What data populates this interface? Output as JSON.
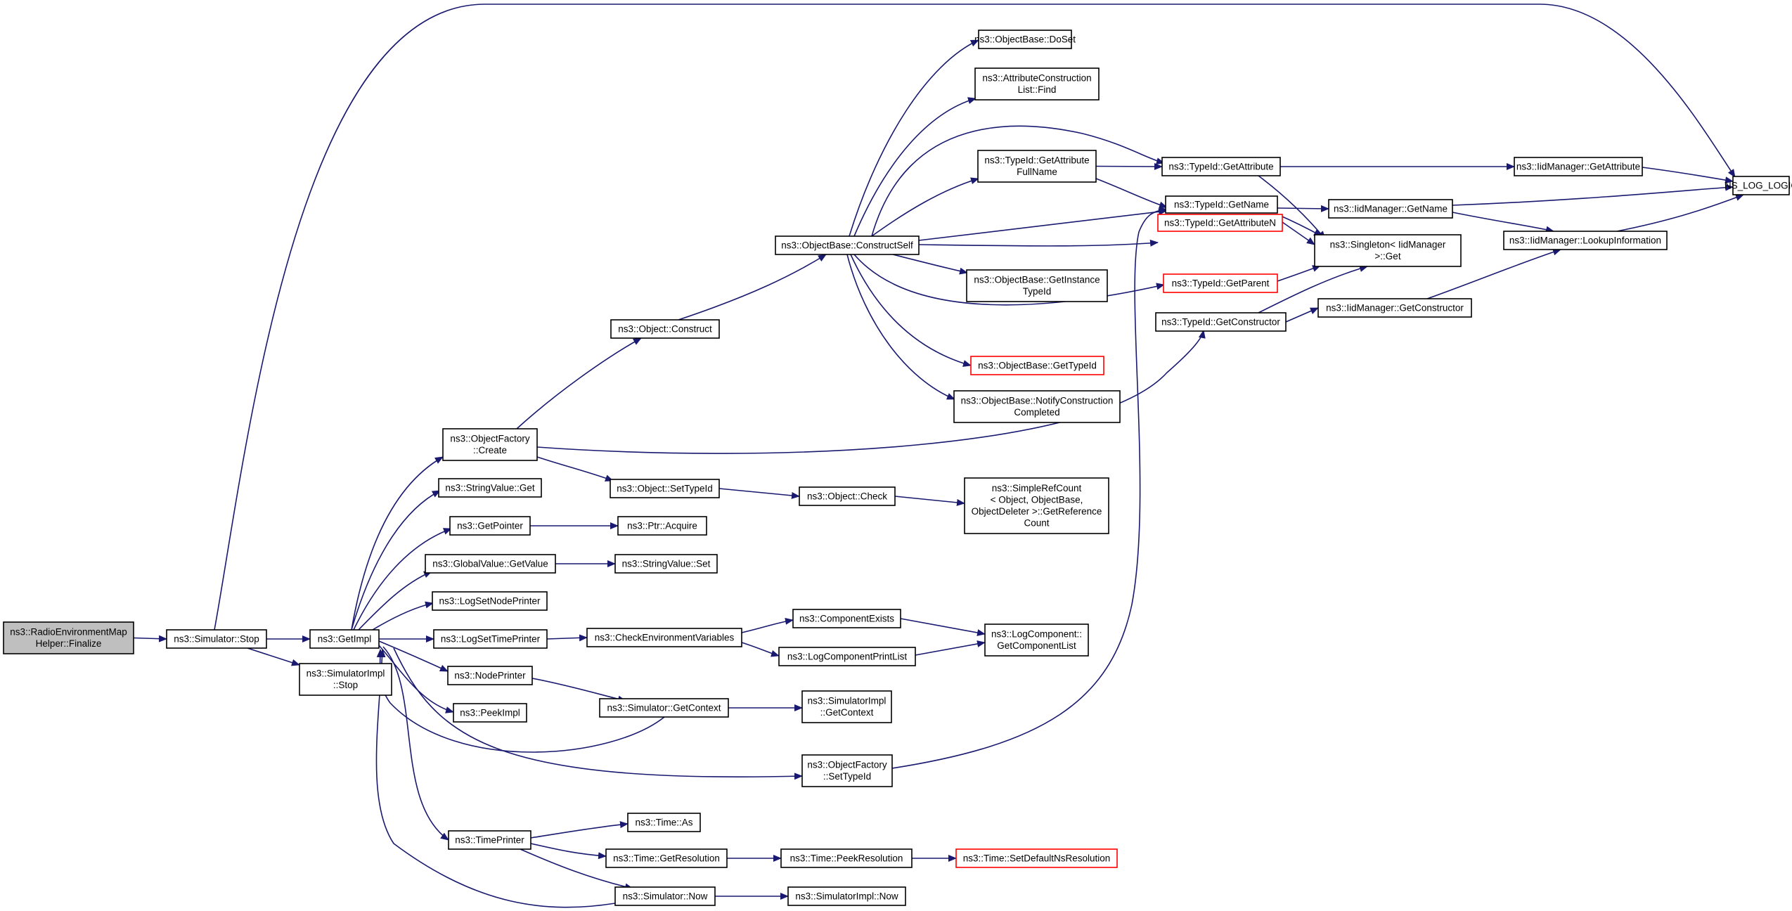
{
  "graph": {
    "edge_color": "#191970",
    "root_fill": "#bfbfbf",
    "truncated_border_color": "#ff0000",
    "nodes": [
      {
        "id": "rem",
        "lines": [
          "ns3::RadioEnvironmentMap",
          "Helper::Finalize"
        ],
        "style": "root"
      },
      {
        "id": "simstop",
        "lines": [
          "ns3::Simulator::Stop"
        ],
        "style": "normal"
      },
      {
        "id": "getimpl",
        "lines": [
          "ns3::GetImpl"
        ],
        "style": "normal"
      },
      {
        "id": "simimplstop",
        "lines": [
          "ns3::SimulatorImpl",
          "::Stop"
        ],
        "style": "normal"
      },
      {
        "id": "nslog",
        "lines": [
          "NS_LOG_LOGIC"
        ],
        "style": "normal"
      },
      {
        "id": "ofcreate",
        "lines": [
          "ns3::ObjectFactory",
          "::Create"
        ],
        "style": "normal"
      },
      {
        "id": "svget",
        "lines": [
          "ns3::StringValue::Get"
        ],
        "style": "normal"
      },
      {
        "id": "getpointer",
        "lines": [
          "ns3::GetPointer"
        ],
        "style": "normal"
      },
      {
        "id": "gvgetvalue",
        "lines": [
          "ns3::GlobalValue::GetValue"
        ],
        "style": "normal"
      },
      {
        "id": "logsetnode",
        "lines": [
          "ns3::LogSetNodePrinter"
        ],
        "style": "normal"
      },
      {
        "id": "logsettime",
        "lines": [
          "ns3::LogSetTimePrinter"
        ],
        "style": "normal"
      },
      {
        "id": "nodeprinter",
        "lines": [
          "ns3::NodePrinter"
        ],
        "style": "normal"
      },
      {
        "id": "peekimpl",
        "lines": [
          "ns3::PeekImpl"
        ],
        "style": "normal"
      },
      {
        "id": "timeprinter",
        "lines": [
          "ns3::TimePrinter"
        ],
        "style": "normal"
      },
      {
        "id": "objconstruct",
        "lines": [
          "ns3::Object::Construct"
        ],
        "style": "normal"
      },
      {
        "id": "objsettypeid",
        "lines": [
          "ns3::Object::SetTypeId"
        ],
        "style": "normal"
      },
      {
        "id": "ptracquire",
        "lines": [
          "ns3::Ptr::Acquire"
        ],
        "style": "normal"
      },
      {
        "id": "svset",
        "lines": [
          "ns3::StringValue::Set"
        ],
        "style": "normal"
      },
      {
        "id": "checkenv",
        "lines": [
          "ns3::CheckEnvironmentVariables"
        ],
        "style": "normal"
      },
      {
        "id": "simgetctx",
        "lines": [
          "ns3::Simulator::GetContext"
        ],
        "style": "normal"
      },
      {
        "id": "timeas",
        "lines": [
          "ns3::Time::As"
        ],
        "style": "normal"
      },
      {
        "id": "timegetres",
        "lines": [
          "ns3::Time::GetResolution"
        ],
        "style": "normal"
      },
      {
        "id": "simnow",
        "lines": [
          "ns3::Simulator::Now"
        ],
        "style": "normal"
      },
      {
        "id": "obconstructself",
        "lines": [
          "ns3::ObjectBase::ConstructSelf"
        ],
        "style": "normal"
      },
      {
        "id": "objcheck",
        "lines": [
          "ns3::Object::Check"
        ],
        "style": "normal"
      },
      {
        "id": "compexists",
        "lines": [
          "ns3::ComponentExists"
        ],
        "style": "normal"
      },
      {
        "id": "logcompprint",
        "lines": [
          "ns3::LogComponentPrintList"
        ],
        "style": "normal"
      },
      {
        "id": "simimplgetctx",
        "lines": [
          "ns3::SimulatorImpl",
          "::GetContext"
        ],
        "style": "normal"
      },
      {
        "id": "ofsettypeid",
        "lines": [
          "ns3::ObjectFactory",
          "::SetTypeId"
        ],
        "style": "normal"
      },
      {
        "id": "timepeekres",
        "lines": [
          "ns3::Time::PeekResolution"
        ],
        "style": "normal"
      },
      {
        "id": "simimplnow",
        "lines": [
          "ns3::SimulatorImpl::Now"
        ],
        "style": "normal"
      },
      {
        "id": "obdoset",
        "lines": [
          "ns3::ObjectBase::DoSet"
        ],
        "style": "normal"
      },
      {
        "id": "attrconsfind",
        "lines": [
          "ns3::AttributeConstruction",
          "List::Find"
        ],
        "style": "normal"
      },
      {
        "id": "tidgetattrfull",
        "lines": [
          "ns3::TypeId::GetAttribute",
          "FullName"
        ],
        "style": "normal"
      },
      {
        "id": "obgetinstance",
        "lines": [
          "ns3::ObjectBase::GetInstance",
          "TypeId"
        ],
        "style": "normal"
      },
      {
        "id": "obgettypeid",
        "lines": [
          "ns3::ObjectBase::GetTypeId"
        ],
        "style": "red"
      },
      {
        "id": "obnotify",
        "lines": [
          "ns3::ObjectBase::NotifyConstruction",
          "Completed"
        ],
        "style": "normal"
      },
      {
        "id": "simplerefcount",
        "lines": [
          "ns3::SimpleRefCount",
          "< Object, ObjectBase,",
          "ObjectDeleter >::GetReference",
          "Count"
        ],
        "style": "normal"
      },
      {
        "id": "logcompgetlist",
        "lines": [
          "ns3::LogComponent::",
          "GetComponentList"
        ],
        "style": "normal"
      },
      {
        "id": "timesetdefault",
        "lines": [
          "ns3::Time::SetDefaultNsResolution"
        ],
        "style": "red"
      },
      {
        "id": "tidgetattr",
        "lines": [
          "ns3::TypeId::GetAttribute"
        ],
        "style": "normal"
      },
      {
        "id": "tidgetname",
        "lines": [
          "ns3::TypeId::GetName"
        ],
        "style": "normal"
      },
      {
        "id": "tidgetattrn",
        "lines": [
          "ns3::TypeId::GetAttributeN"
        ],
        "style": "red"
      },
      {
        "id": "tidgetparent",
        "lines": [
          "ns3::TypeId::GetParent"
        ],
        "style": "red"
      },
      {
        "id": "tidgetcons",
        "lines": [
          "ns3::TypeId::GetConstructor"
        ],
        "style": "normal"
      },
      {
        "id": "singleton",
        "lines": [
          "ns3::Singleton< IidManager",
          ">::Get"
        ],
        "style": "normal"
      },
      {
        "id": "iidgetname",
        "lines": [
          "ns3::IidManager::GetName"
        ],
        "style": "normal"
      },
      {
        "id": "iidgetcons",
        "lines": [
          "ns3::IidManager::GetConstructor"
        ],
        "style": "normal"
      },
      {
        "id": "iidgetattr",
        "lines": [
          "ns3::IidManager::GetAttribute"
        ],
        "style": "normal"
      },
      {
        "id": "iidlookup",
        "lines": [
          "ns3::IidManager::LookupInformation"
        ],
        "style": "normal"
      }
    ]
  }
}
